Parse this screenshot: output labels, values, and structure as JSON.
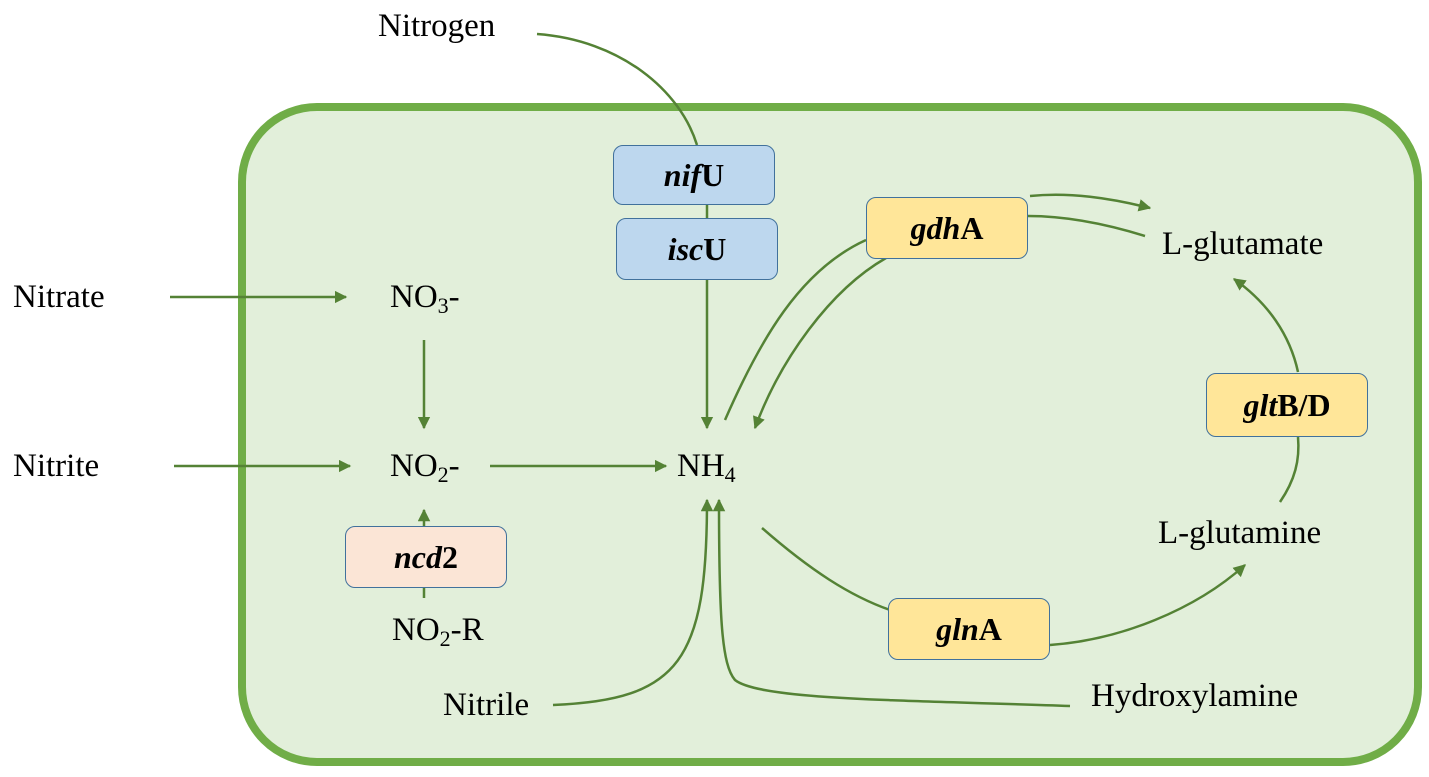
{
  "colors": {
    "cell_fill": "#e2efda",
    "cell_border": "#70ad47",
    "arrow": "#548235",
    "gene_blue": "#bdd7ee",
    "gene_yellow": "#ffe699",
    "gene_pink": "#fbe5d6",
    "gene_border": "#41719c"
  },
  "external": {
    "nitrogen": "Nitrogen",
    "nitrate": "Nitrate",
    "nitrite": "Nitrite"
  },
  "compounds": {
    "no3": {
      "base": "NO",
      "sub": "3",
      "suffix": "-"
    },
    "no2": {
      "base": "NO",
      "sub": "2",
      "suffix": "-"
    },
    "nh4": {
      "base": "NH",
      "sub": "4",
      "suffix": ""
    },
    "no2r": {
      "base": "NO",
      "sub": "2",
      "suffix": "-R"
    },
    "l_glutamate": "L-glutamate",
    "l_glutamine": "L-glutamine",
    "nitrile": "Nitrile",
    "hydroxylamine": "Hydroxylamine"
  },
  "genes": {
    "nifU": {
      "italic": "nif",
      "plain": "U"
    },
    "iscU": {
      "italic": "isc",
      "plain": "U"
    },
    "gdhA": {
      "italic": "gdh",
      "plain": "A"
    },
    "gltBD": {
      "italic": "glt",
      "plain": "B/D"
    },
    "glnA": {
      "italic": "gln",
      "plain": "A"
    },
    "ncd2": {
      "italic": "ncd",
      "plain": "2"
    }
  }
}
